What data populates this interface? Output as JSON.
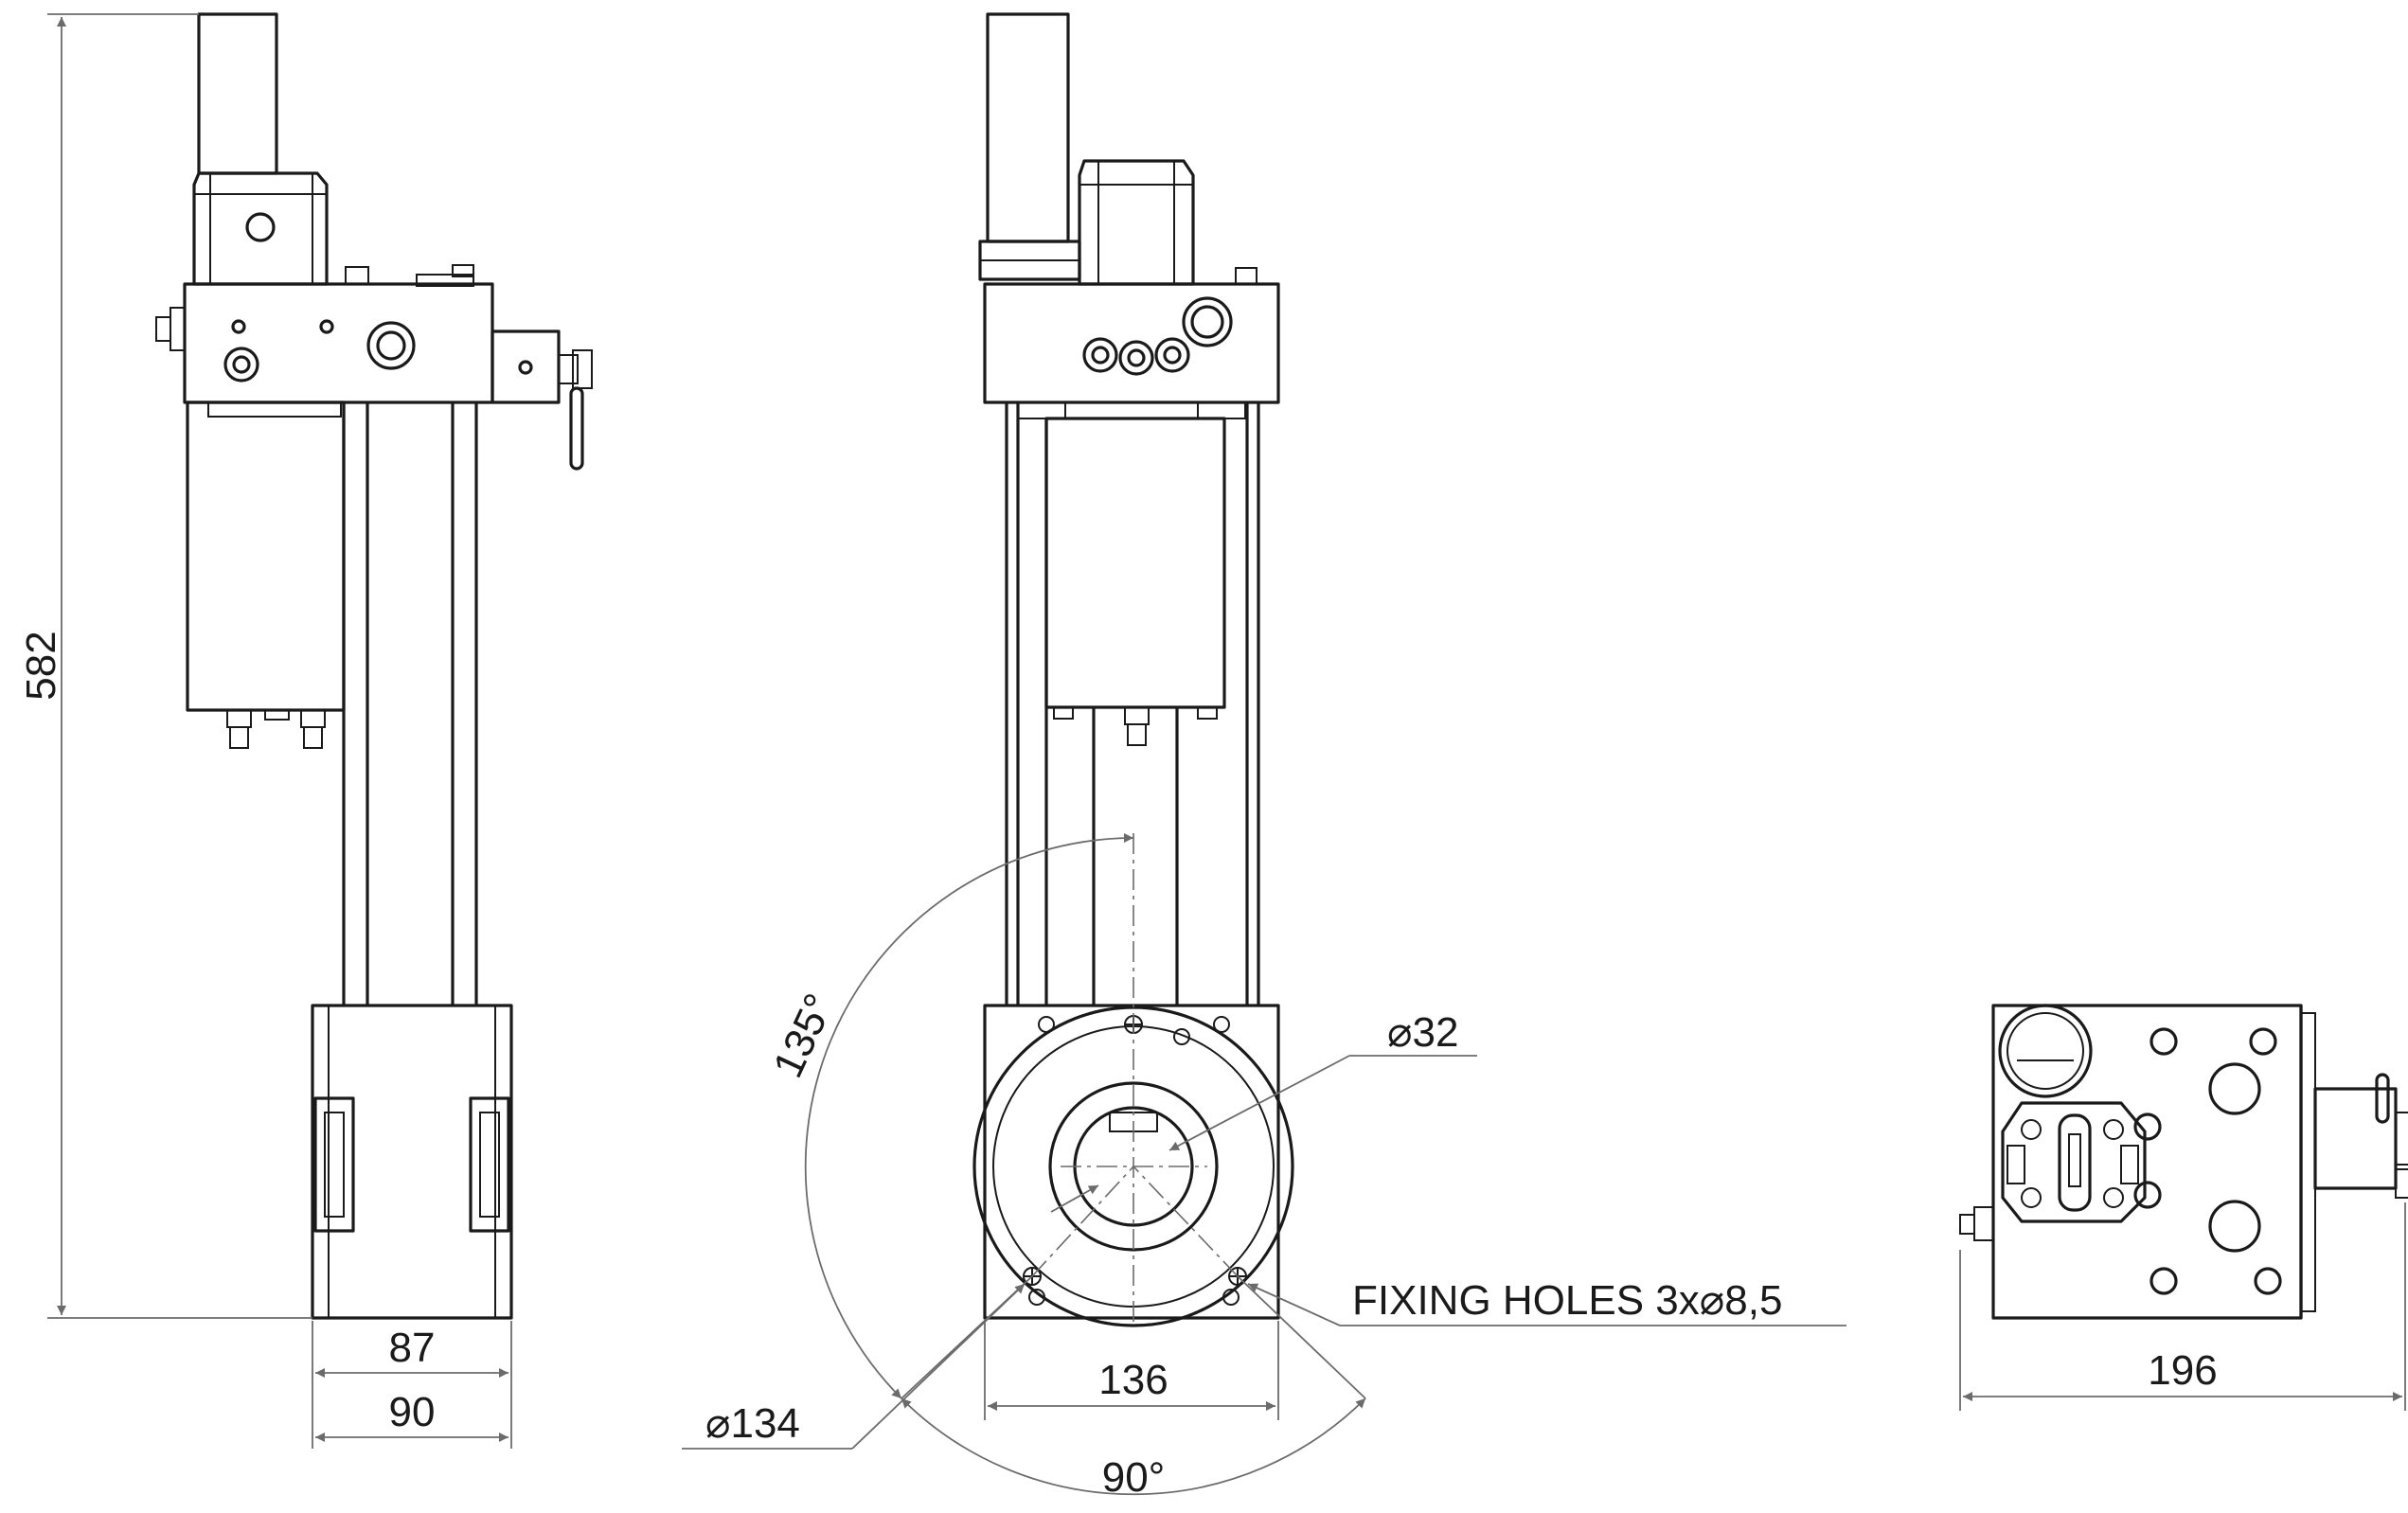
{
  "dimensions": {
    "height": "582",
    "side_width_inner": "87",
    "side_width_outer": "90",
    "front_width": "136",
    "front_angle_top": "135°",
    "front_angle_bottom": "90°",
    "shaft_diameter": "⌀32",
    "bolt_circle_diameter": "⌀134",
    "fixing_holes": "FIXING HOLES 3x⌀8,5",
    "bottom_width": "196"
  },
  "colors": {
    "line": "#1a1a1a",
    "dimension": "#6b6b6b",
    "background": "#ffffff"
  }
}
